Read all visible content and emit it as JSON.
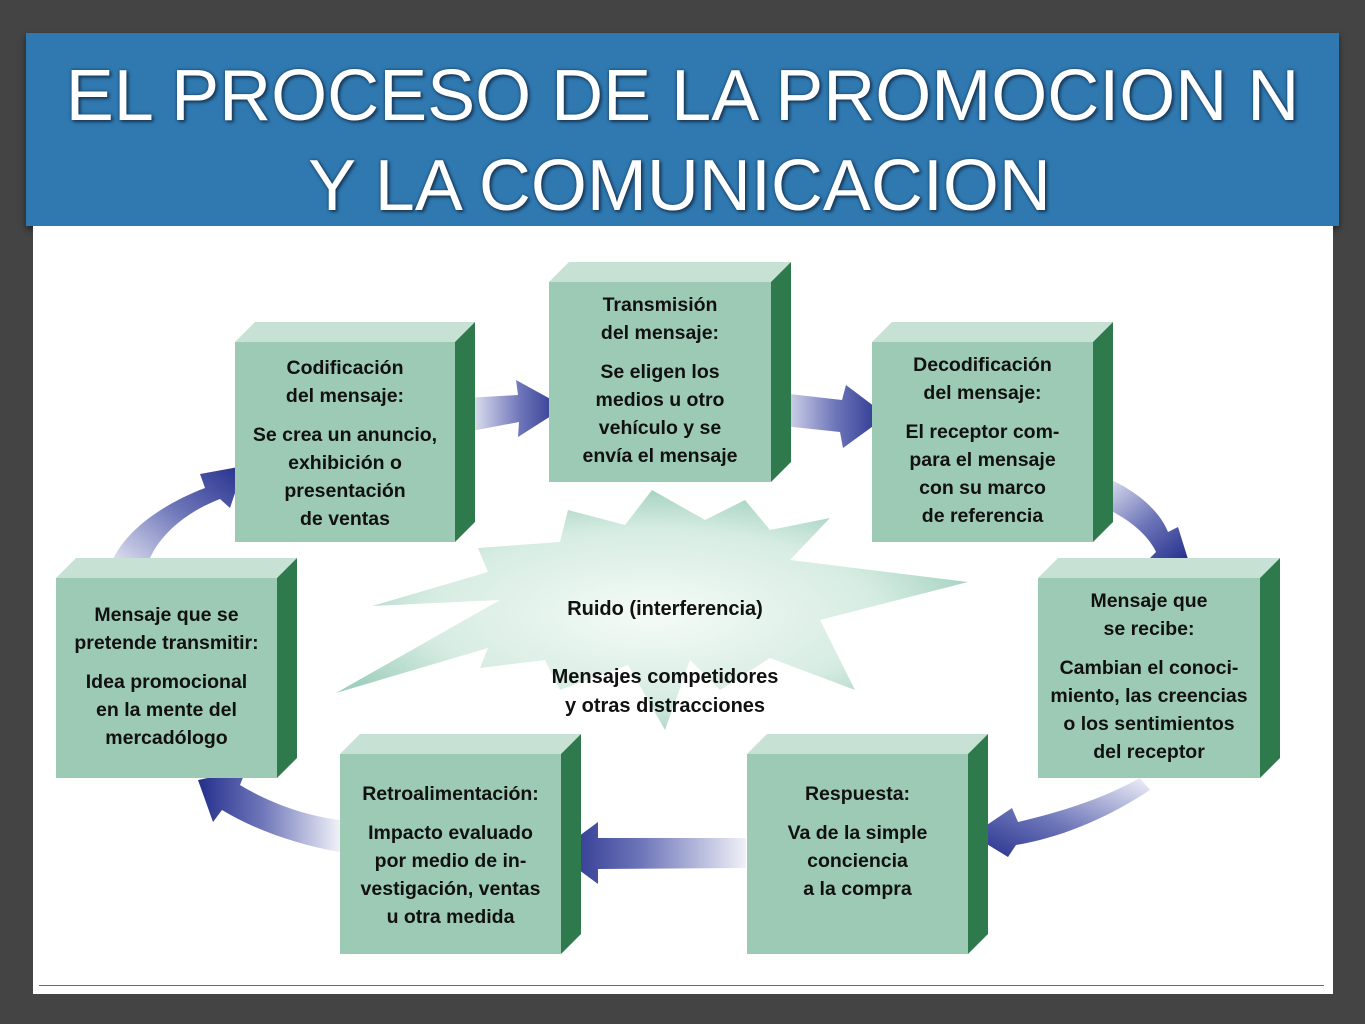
{
  "title": {
    "line1": "EL PROCESO DE LA PROMOCION N",
    "line2": "Y LA COMUNICACION"
  },
  "colors": {
    "banner": "#2f79b0",
    "box_face": "#9ccab4",
    "box_side": "#2f7a4c",
    "arrow": "#2a3590",
    "background": "#444444"
  },
  "boxes": {
    "codificacion": {
      "heading": "Codificación\ndel mensaje:",
      "body": "Se crea un anuncio,\nexhibición o\npresentación\nde ventas"
    },
    "transmision": {
      "heading": "Transmisión\ndel mensaje:",
      "body": "Se eligen los\nmedios u otro\nvehículo y se\nenvía el mensaje"
    },
    "decodificacion": {
      "heading": "Decodificación\ndel mensaje:",
      "body": "El receptor com-\npara el mensaje\ncon su marco\nde referencia"
    },
    "mensaje_recibe": {
      "heading": "Mensaje que\nse recibe:",
      "body": "Cambian el conoci-\nmiento, las creencias\no los sentimientos\ndel receptor"
    },
    "respuesta": {
      "heading": "Respuesta:",
      "body": "Va de la simple\nconciencia\na la compra"
    },
    "retroalimentacion": {
      "heading": "Retroalimentación:",
      "body": "Impacto evaluado\npor medio de in-\nvestigación, ventas\nu otra medida"
    },
    "mensaje_transmitir": {
      "heading": "Mensaje que se\npretende transmitir:",
      "body": "Idea promocional\nen la mente del\nmercadólogo"
    }
  },
  "noise": {
    "heading": "Ruido (interferencia)",
    "body": "Mensajes competidores\ny otras distracciones"
  }
}
